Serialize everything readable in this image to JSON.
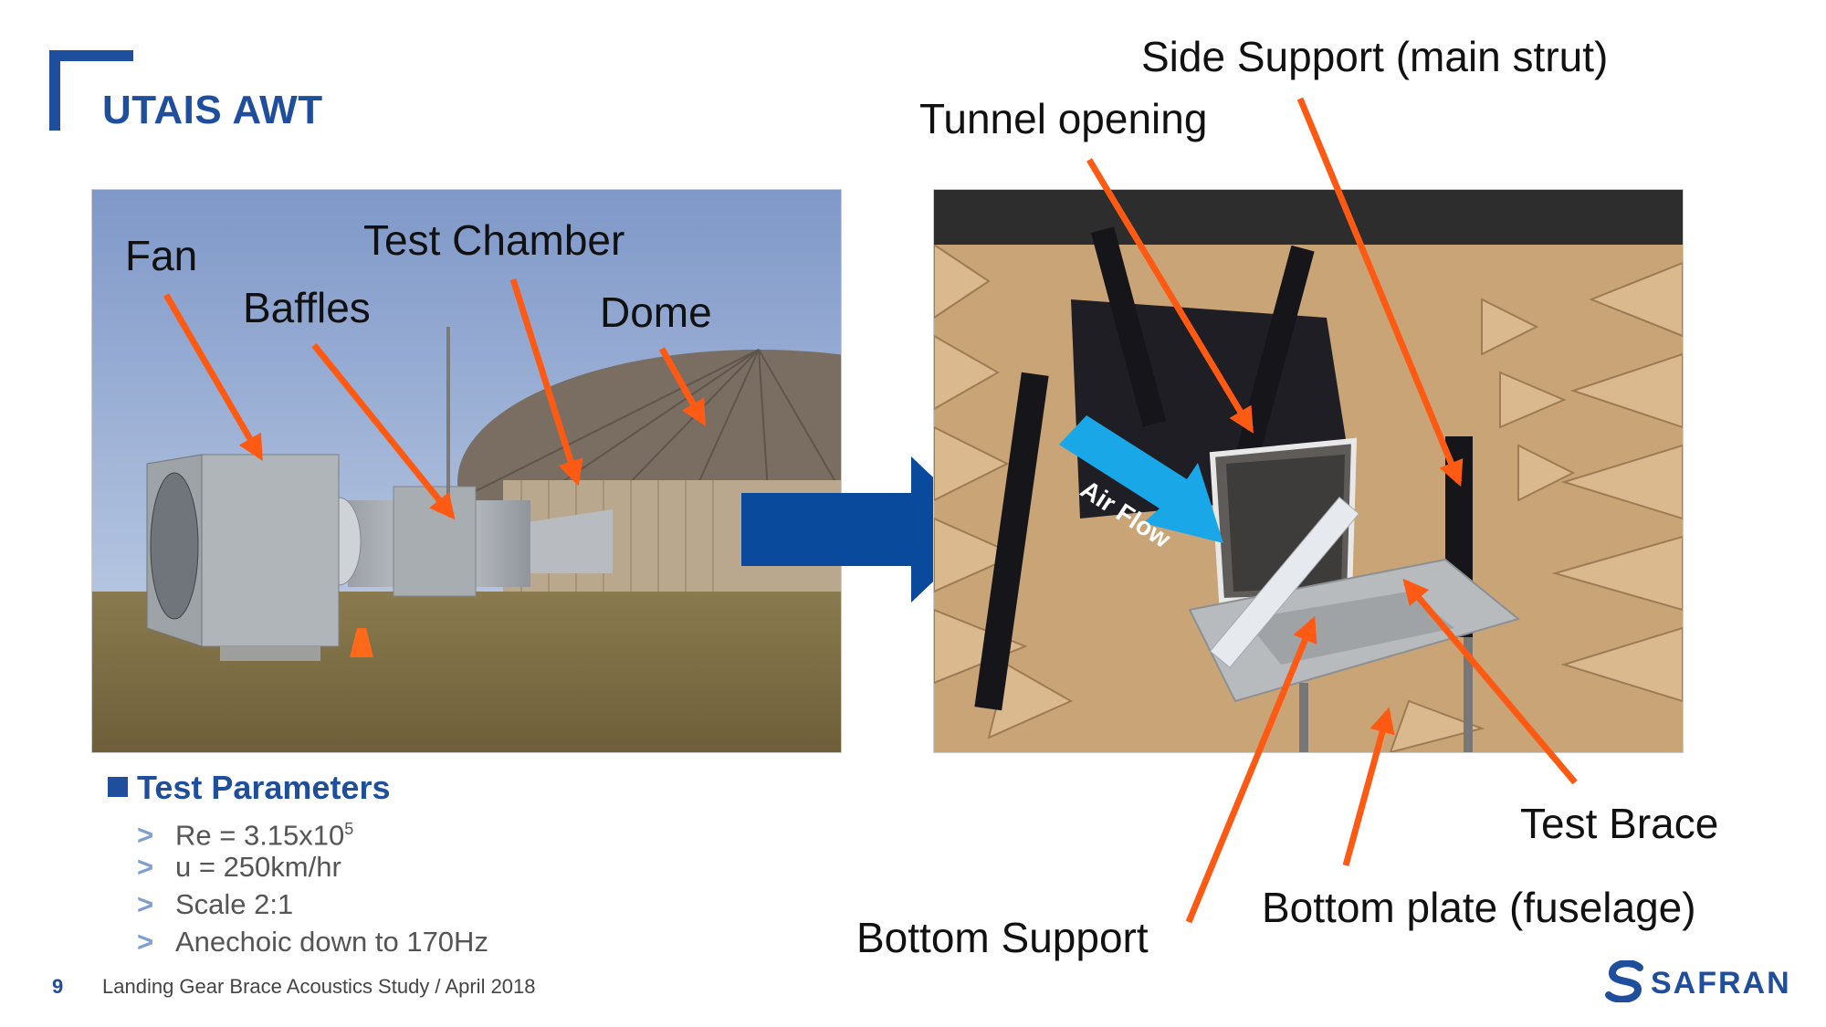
{
  "slide": {
    "title": "UTAIS AWT",
    "page_number": "9",
    "footer": "Landing Gear Brace Acoustics Study / April 2018",
    "logo": "SAFRAN"
  },
  "left_photo": {
    "labels": {
      "fan": "Fan",
      "baffles": "Baffles",
      "test_chamber": "Test Chamber",
      "dome": "Dome"
    }
  },
  "right_photo": {
    "labels": {
      "side_support": "Side Support (main strut)",
      "tunnel_opening": "Tunnel opening",
      "air_flow": "Air Flow",
      "test_brace": "Test Brace",
      "bottom_plate": "Bottom plate (fuselage)",
      "bottom_support": "Bottom Support"
    }
  },
  "params": {
    "heading": "Test Parameters",
    "items": {
      "re_base": "Re = 3.15x10",
      "re_exp": "5",
      "velocity": "u = 250km/hr",
      "scale": "Scale 2:1",
      "anechoic": "Anechoic down to 170Hz"
    }
  },
  "colors": {
    "brand_blue": "#1f4e9c",
    "arrow_orange": "#ff5a14",
    "big_arrow_blue": "#0a4a9c",
    "air_flow_cyan": "#1aa7e8"
  }
}
